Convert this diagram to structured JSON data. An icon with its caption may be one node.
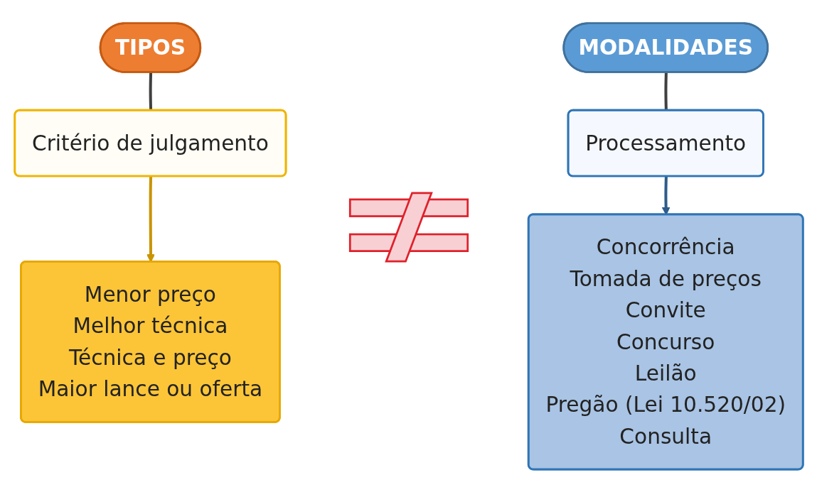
{
  "diagram": {
    "nodes": [
      {
        "text": [
          "TIPOS"
        ]
      },
      {
        "text": [
          "Critério de julgamento"
        ]
      },
      {
        "text": [
          "Menor preço",
          "Melhor técnica",
          "Técnica e preço",
          "Maior lance ou oferta"
        ]
      },
      {
        "text": [
          "MODALIDADES"
        ]
      },
      {
        "text": [
          "Processamento"
        ]
      },
      {
        "text": [
          "Concorrência",
          "Tomada de preços",
          "Convite",
          "Concurso",
          "Leilão",
          "Pregão (Lei 10.520/02)",
          "Consulta"
        ]
      }
    ],
    "edges": [
      {
        "from": 0,
        "to": 1,
        "arrow": "none",
        "color": "#404040"
      },
      {
        "from": 1,
        "to": 2,
        "arrow": "to",
        "color": "#c99400"
      },
      {
        "from": 3,
        "to": 4,
        "arrow": "none",
        "color": "#404040"
      },
      {
        "from": 4,
        "to": 5,
        "arrow": "to",
        "color": "#2e5c8a"
      }
    ]
  }
}
